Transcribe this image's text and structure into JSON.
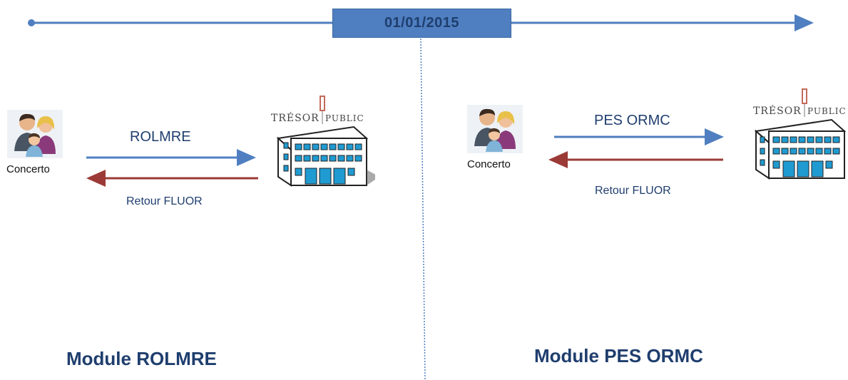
{
  "timeline": {
    "date": "01/01/2015"
  },
  "left": {
    "actor_label": "Concerto",
    "flow_label": "ROLMRE",
    "return_label": "Retour FLUOR",
    "logo_text_left": "Trésor",
    "logo_text_right": "Public",
    "module_title": "Module ROLMRE"
  },
  "right": {
    "actor_label": "Concerto",
    "flow_label": "PES ORMC",
    "return_label": "Retour FLUOR",
    "logo_text_left": "Trésor",
    "logo_text_right": "Public",
    "module_title": "Module PES ORMC"
  },
  "colors": {
    "timeline": "#4f7fc0",
    "outgoing_arrow": "#4f7fc0",
    "return_arrow": "#9b3a36",
    "title_text": "#1f3e6e",
    "divider": "#4f7fc0"
  },
  "icons": {
    "actor": "family-people-icon",
    "organization": "building-icon"
  }
}
